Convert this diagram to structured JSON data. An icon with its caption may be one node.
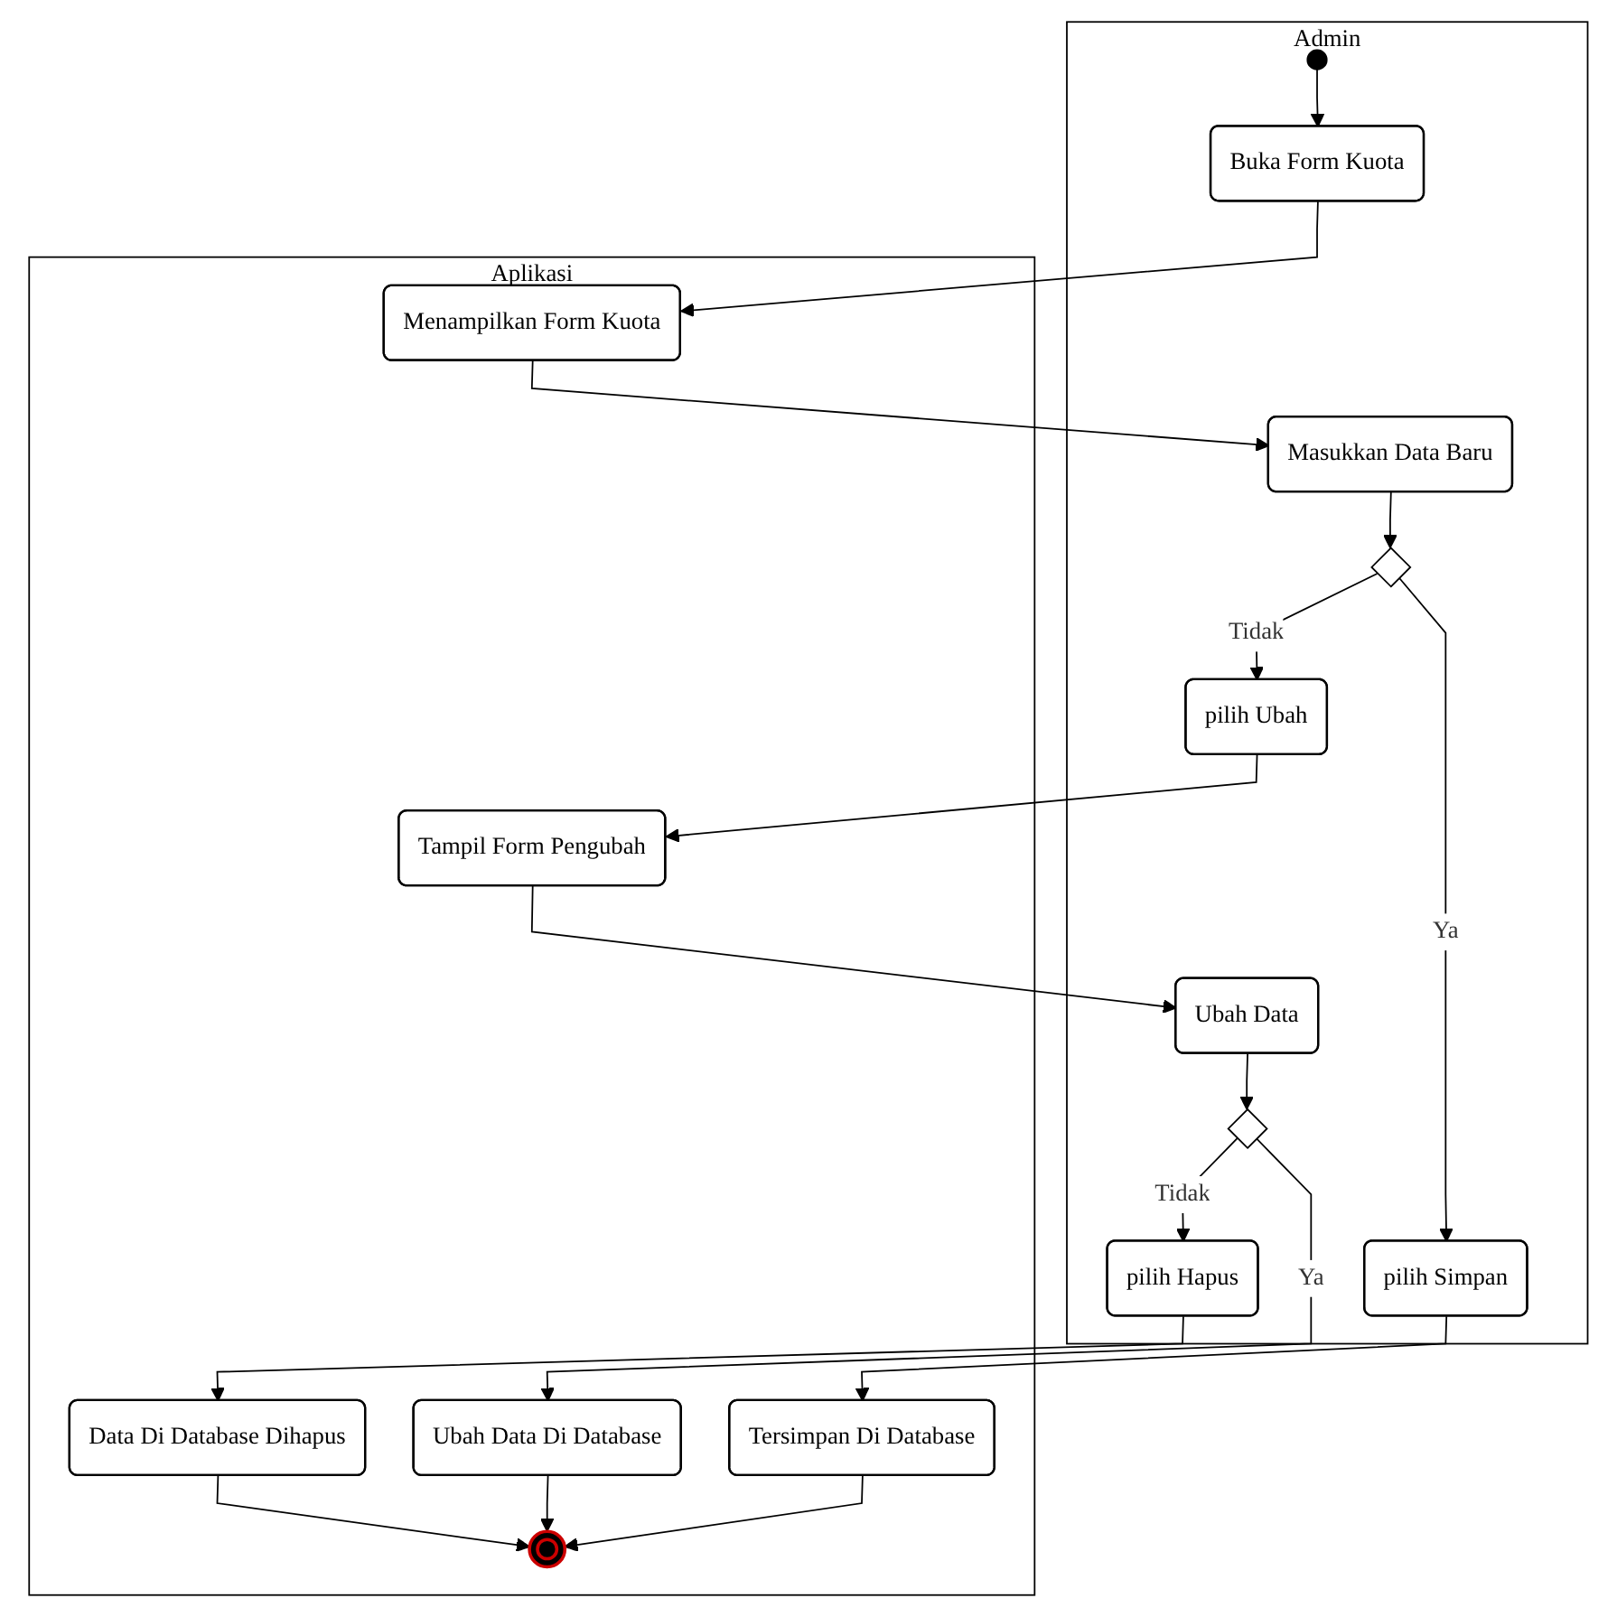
{
  "diagram": {
    "nodes": [
      {
        "text": [
          "Admin"
        ]
      },
      {
        "text": [
          "Aplikasi"
        ]
      },
      {
        "text": [],
        "shape": "circle",
        "in": 0
      },
      {
        "text": [
          "Buka Form Kuota"
        ],
        "in": 0
      },
      {
        "text": [
          "Menampilkan Form Kuota"
        ],
        "in": 1
      },
      {
        "text": [],
        "shape": "diamond",
        "in": 0
      },
      {
        "text": [
          "Masukkan Data Baru"
        ],
        "in": 0
      },
      {
        "text": [
          "pilih Simpan"
        ],
        "in": 0
      },
      {
        "text": [
          "Tersimpan Di Database"
        ],
        "in": 1
      },
      {
        "text": [
          "pilih Ubah"
        ],
        "in": 0
      },
      {
        "text": [
          "Tampil Form Pengubah"
        ],
        "in": 1
      },
      {
        "text": [],
        "shape": "diamond",
        "in": 0
      },
      {
        "text": [
          "Ubah Data"
        ],
        "in": 0
      },
      {
        "text": [
          "Ubah Data Di Database"
        ],
        "in": 1
      },
      {
        "text": [
          "pilih Hapus"
        ],
        "in": 0
      },
      {
        "text": [
          "Data Di Database Dihapus"
        ],
        "in": 1
      },
      {
        "text": [],
        "shape": "circle",
        "in": 1
      }
    ],
    "edges": [
      {
        "from": 2,
        "to": 3,
        "arrow": "to"
      },
      {
        "from": 3,
        "to": 4,
        "arrow": "to"
      },
      {
        "from": 4,
        "to": 6,
        "arrow": "to"
      },
      {
        "from": 6,
        "to": 5,
        "arrow": "to"
      },
      {
        "from": 5,
        "to": 7,
        "arrow": "to",
        "label": "Ya"
      },
      {
        "from": 5,
        "to": 9,
        "arrow": "to",
        "label": "Tidak"
      },
      {
        "from": 7,
        "to": 8,
        "arrow": "to"
      },
      {
        "from": 9,
        "to": 10,
        "arrow": "to"
      },
      {
        "from": 10,
        "to": 12,
        "arrow": "to"
      },
      {
        "from": 12,
        "to": 11,
        "arrow": "to"
      },
      {
        "from": 11,
        "to": 13,
        "arrow": "to",
        "label": "Ya"
      },
      {
        "from": 11,
        "to": 14,
        "arrow": "to",
        "label": "Tidak"
      },
      {
        "from": 14,
        "to": 15,
        "arrow": "to"
      },
      {
        "from": 15,
        "to": 16,
        "arrow": "to"
      },
      {
        "from": 8,
        "to": 16,
        "arrow": "to"
      },
      {
        "from": 13,
        "to": 16,
        "arrow": "to"
      }
    ]
  }
}
